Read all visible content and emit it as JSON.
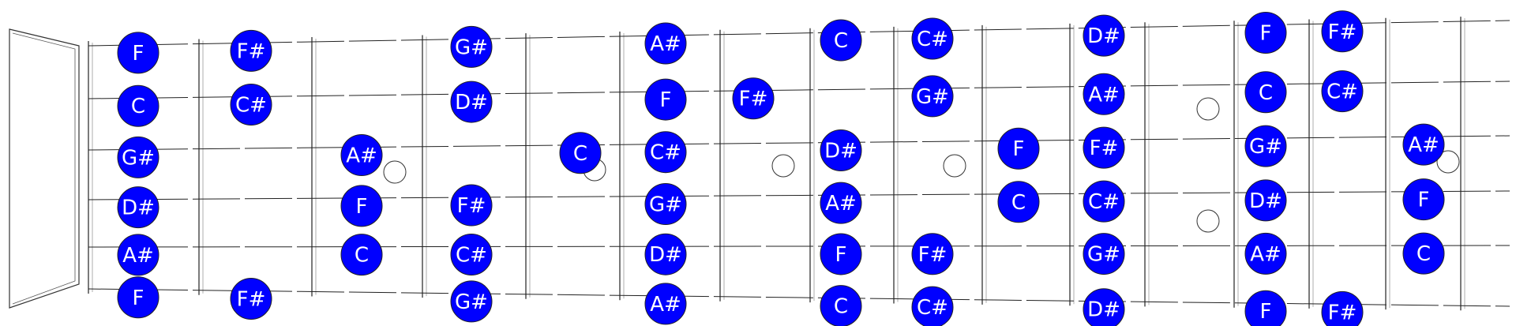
{
  "note_color": "#0000ff",
  "note_text_color": "#ffffff",
  "line_color": "#222222",
  "marker_icon": "inlay-dot",
  "strings": [
    {
      "notes": [
        "F",
        "F#",
        "G#",
        "A#",
        "C",
        "C#",
        "D#",
        "F",
        "F#"
      ]
    },
    {
      "notes": [
        "C",
        "C#",
        "D#",
        "F",
        "F#",
        "G#",
        "A#",
        "C",
        "C#"
      ]
    },
    {
      "notes": [
        "G#",
        "A#",
        "C",
        "C#",
        "D#",
        "F",
        "F#",
        "G#",
        "A#"
      ]
    },
    {
      "notes": [
        "D#",
        "F",
        "F#",
        "G#",
        "A#",
        "C",
        "C#",
        "D#",
        "F"
      ]
    },
    {
      "notes": [
        "A#",
        "C",
        "C#",
        "D#",
        "F",
        "F#",
        "G#",
        "A#",
        "C"
      ]
    },
    {
      "notes": [
        "F",
        "F#",
        "G#",
        "A#",
        "C",
        "C#",
        "D#",
        "F",
        "F#"
      ]
    }
  ]
}
